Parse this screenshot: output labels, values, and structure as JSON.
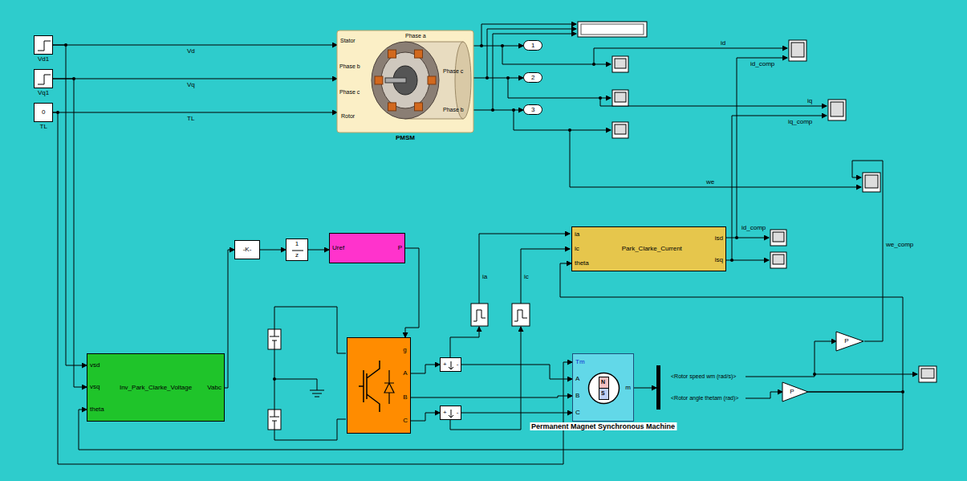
{
  "diagram": {
    "nodes": [
      {
        "text": [
          "Vd1"
        ]
      },
      {
        "text": [
          "Vq1"
        ]
      },
      {
        "text": [
          "0",
          "TL"
        ]
      },
      {
        "text": [
          "PMSM"
        ]
      },
      {
        "text": [
          "1"
        ]
      },
      {
        "text": [
          "2"
        ]
      },
      {
        "text": [
          "3"
        ]
      },
      {
        "text": [
          "-K-"
        ]
      },
      {
        "text": [
          "1",
          "z"
        ]
      },
      {
        "text": [
          "Uref",
          "P"
        ]
      },
      {
        "text": [
          "ia",
          "ic",
          "theta",
          "Park_Clarke_Current",
          "isd",
          "isq"
        ]
      },
      {
        "text": [
          "vsd",
          "vsq",
          "theta",
          "Inv_Park_Clarke_Voltage",
          "Vabc"
        ]
      },
      {
        "text": [
          "g",
          "A",
          "B",
          "C"
        ]
      },
      {
        "text": [
          "+",
          "-"
        ]
      },
      {
        "text": [
          "+",
          "-"
        ]
      },
      {
        "text": [
          "Tm",
          "A",
          "B",
          "C",
          "m",
          "Permanent Magnet Synchronous Machine"
        ]
      },
      {
        "text": [
          "<Rotor speed wm (rad/s)>",
          "<Rotor angle thetam (rad)>"
        ]
      },
      {
        "text": [
          "P"
        ]
      },
      {
        "text": [
          "P"
        ]
      }
    ],
    "edges": [
      {
        "from": 0,
        "to": 3,
        "arrow": "to",
        "label": "Vd"
      },
      {
        "from": 1,
        "to": 3,
        "arrow": "to",
        "label": "Vq"
      },
      {
        "from": 2,
        "to": 3,
        "arrow": "to",
        "label": "TL"
      },
      {
        "from": 0,
        "to": 11,
        "arrow": "to"
      },
      {
        "from": 1,
        "to": 11,
        "arrow": "to"
      },
      {
        "from": 2,
        "to": 15,
        "arrow": "to"
      },
      {
        "from": 3,
        "to": 4,
        "arrow": "to"
      },
      {
        "from": 3,
        "to": 5,
        "arrow": "to"
      },
      {
        "from": 3,
        "to": 6,
        "arrow": "to"
      },
      {
        "from": 11,
        "to": 7,
        "arrow": "to"
      },
      {
        "from": 7,
        "to": 8,
        "arrow": "to"
      },
      {
        "from": 8,
        "to": 9,
        "arrow": "to"
      },
      {
        "from": 9,
        "to": 12,
        "arrow": "to"
      },
      {
        "from": 12,
        "to": 13,
        "arrow": "to"
      },
      {
        "from": 12,
        "to": 14,
        "arrow": "to"
      },
      {
        "from": 12,
        "to": 15,
        "arrow": "to"
      },
      {
        "from": 13,
        "to": 15,
        "arrow": "to"
      },
      {
        "from": 14,
        "to": 15,
        "arrow": "to"
      },
      {
        "from": 15,
        "to": 16,
        "arrow": "to"
      },
      {
        "from": 16,
        "to": 17,
        "arrow": "to"
      },
      {
        "from": 16,
        "to": 18,
        "arrow": "to"
      },
      {
        "from": 18,
        "to": 10,
        "arrow": "to"
      },
      {
        "from": 18,
        "to": 11,
        "arrow": "to"
      }
    ],
    "labels": [
      "Stator",
      "Phase a",
      "Phase b",
      "Phase c",
      "Rotor",
      "Phase c",
      "Phase b",
      "N",
      "S",
      "id",
      "id_comp",
      "iq",
      "iq_comp",
      "we",
      "we_comp",
      "ia",
      "ic",
      "id_comp"
    ]
  }
}
